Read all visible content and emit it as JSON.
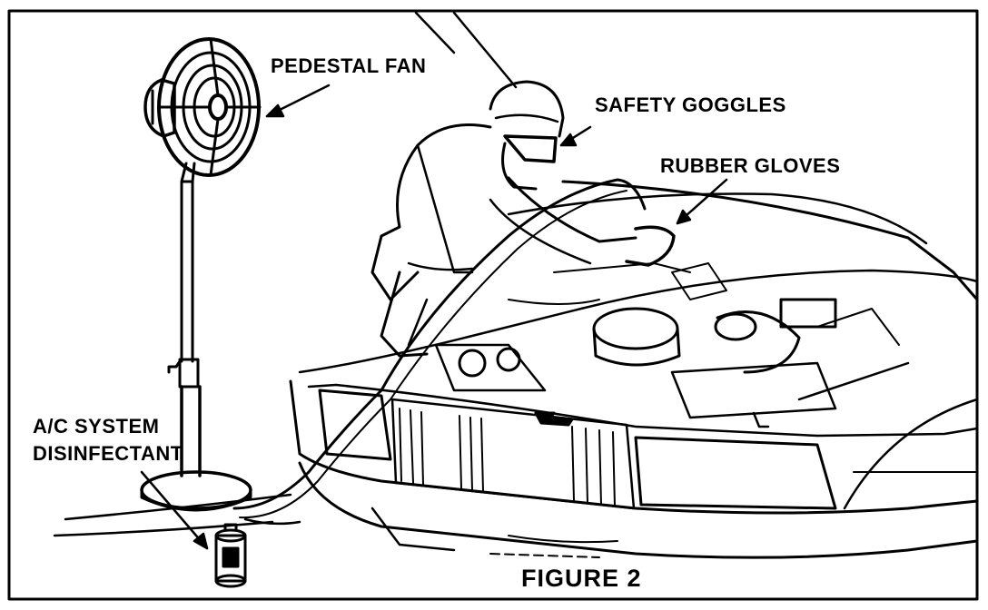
{
  "labels": {
    "pedestal_fan": "PEDESTAL FAN",
    "safety_goggles": "SAFETY GOGGLES",
    "rubber_gloves": "RUBBER GLOVES",
    "disinfectant_line1": "A/C SYSTEM",
    "disinfectant_line2": "DISINFECTANT"
  },
  "caption": "FIGURE 2",
  "colors": {
    "ink": "#000000",
    "paper": "#ffffff"
  }
}
